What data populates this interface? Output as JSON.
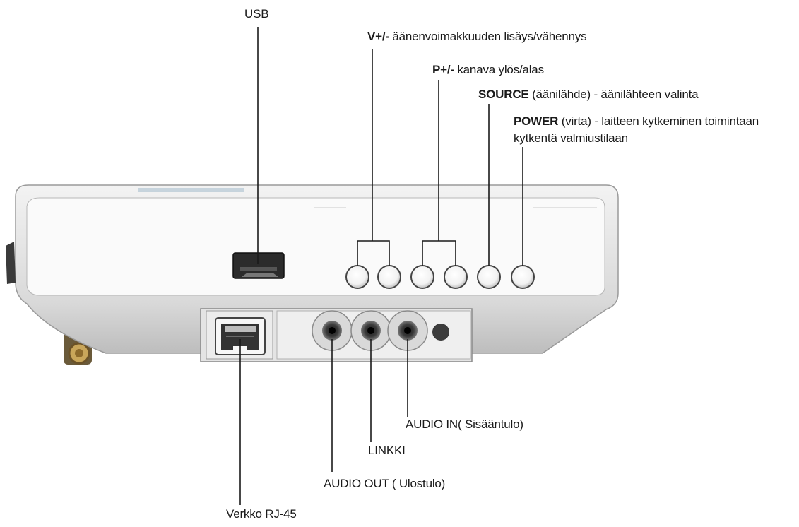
{
  "labels": {
    "usb": "USB",
    "volume_key": "V+/-",
    "volume_desc": " äänenvoimakkuuden lisäys/vähennys",
    "program_key": "P+/-",
    "program_desc": " kanava ylös/alas",
    "source_key": "SOURCE",
    "source_desc": " (äänilähde) - äänilähteen valinta",
    "power_key": "POWER",
    "power_desc_line1": " (virta) - laitteen kytkeminen toimintaan",
    "power_desc_line2": "kytkentä valmiustilaan",
    "audio_in": "AUDIO IN(  Sisääntulo)",
    "link": "LINKKI",
    "audio_out": "AUDIO OUT ( Ulostulo)",
    "network": "Verkko RJ-45"
  }
}
